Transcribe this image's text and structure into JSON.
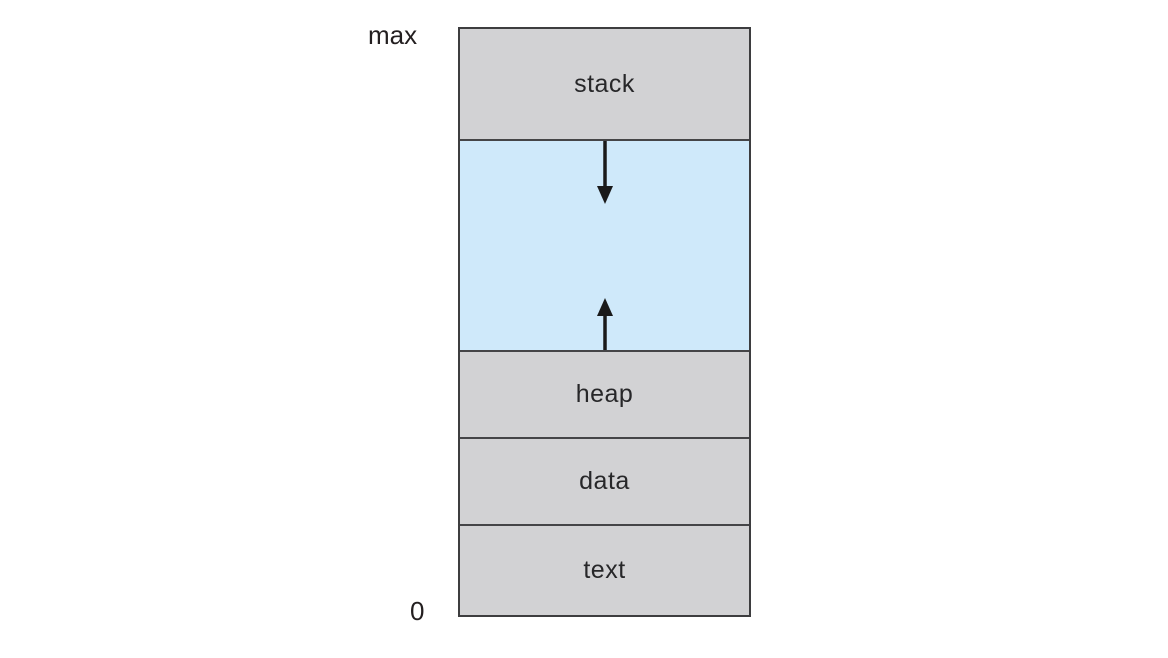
{
  "diagram": {
    "description": "process memory layout",
    "axis": {
      "top_label": "max",
      "bottom_label": "0"
    },
    "segments": [
      {
        "id": "stack",
        "label": "stack",
        "fill": "#d2d2d4"
      },
      {
        "id": "free-space",
        "label": "",
        "fill": "#cfe9fa",
        "arrows": [
          {
            "direction": "down",
            "meaning": "stack grows downward"
          },
          {
            "direction": "up",
            "meaning": "heap grows upward"
          }
        ]
      },
      {
        "id": "heap",
        "label": "heap",
        "fill": "#d2d2d4"
      },
      {
        "id": "data",
        "label": "data",
        "fill": "#d2d2d4"
      },
      {
        "id": "text",
        "label": "text",
        "fill": "#d2d2d4"
      }
    ],
    "colors": {
      "segment_gray": "#d2d2d4",
      "free_space_blue": "#cfe9fa",
      "border": "#3d3d3f",
      "arrow": "#1a1a1a",
      "label_text": "#272729",
      "background": "#ffffff"
    }
  }
}
